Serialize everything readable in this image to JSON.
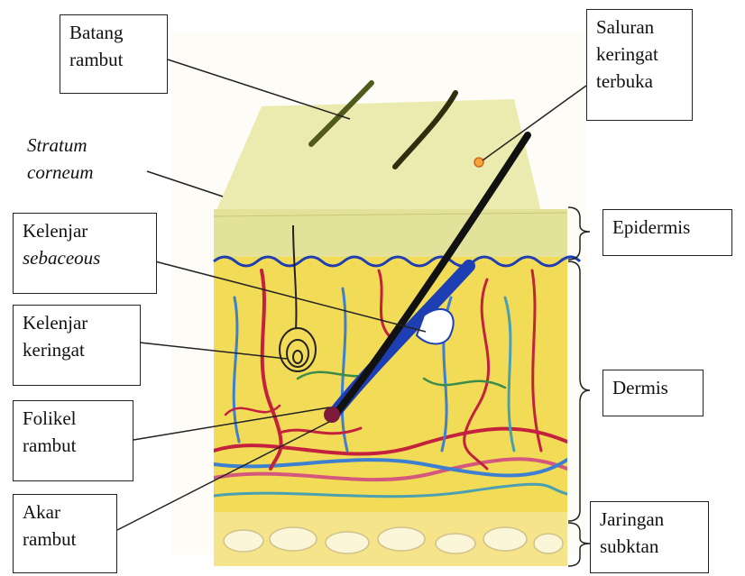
{
  "labels": {
    "batang_rambut": [
      "Batang",
      "rambut"
    ],
    "stratum_corneum": [
      "Stratum",
      "corneum"
    ],
    "kelenjar_sebaceous": [
      "Kelenjar",
      "sebaceous"
    ],
    "kelenjar_keringat": [
      "Kelenjar",
      "keringat"
    ],
    "folikel_rambut": [
      "Folikel",
      "rambut"
    ],
    "akar_rambut": [
      "Akar",
      "rambut"
    ],
    "saluran_keringat": [
      "Saluran",
      "keringat",
      "terbuka"
    ],
    "epidermis": "Epidermis",
    "dermis": "Dermis",
    "jaringan_subkutan": [
      "Jaringan",
      "subktan"
    ]
  },
  "colors": {
    "epidermis": "#e7e6a2",
    "dermis": "#f3dc5a",
    "subcutis": "#f6e68c",
    "blood_red": "#c4213f",
    "vessel_blue": "#3d7fd0",
    "hair": "#111111"
  }
}
